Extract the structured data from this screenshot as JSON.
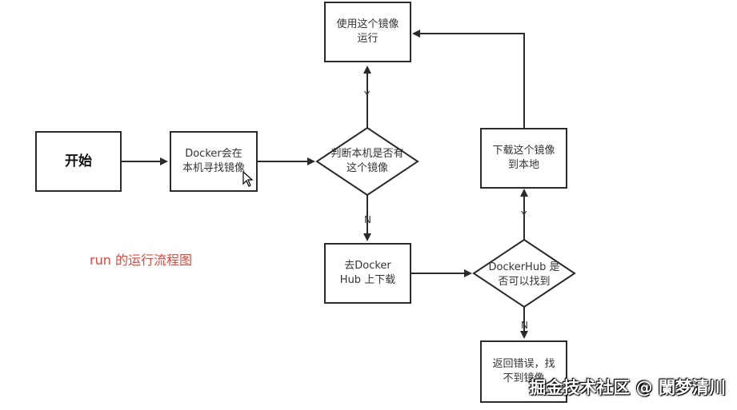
{
  "diagram": {
    "start": "开始",
    "docker_check": [
      "Docker会在",
      "本机寻找镜像"
    ],
    "has_image_q": [
      "判断本机是否有",
      "这个镜像"
    ],
    "use_image": [
      "使用这个镜像",
      "运行"
    ],
    "go_hub": [
      "去Docker",
      "Hub 上下载"
    ],
    "hub_found_q": [
      "DockerHub 是",
      "否可以找到"
    ],
    "download_local": [
      "下载这个镜像",
      "到本地"
    ],
    "return_error": [
      "返回错误，找",
      "不到镜像"
    ],
    "label_yes": "Y",
    "label_no": "N",
    "caption": "run 的运行流程图"
  },
  "watermark": "掘金技术社区 @ 闌梦清川",
  "colors": {
    "stroke": "#2a2a2a",
    "caption": "#e8453c"
  }
}
